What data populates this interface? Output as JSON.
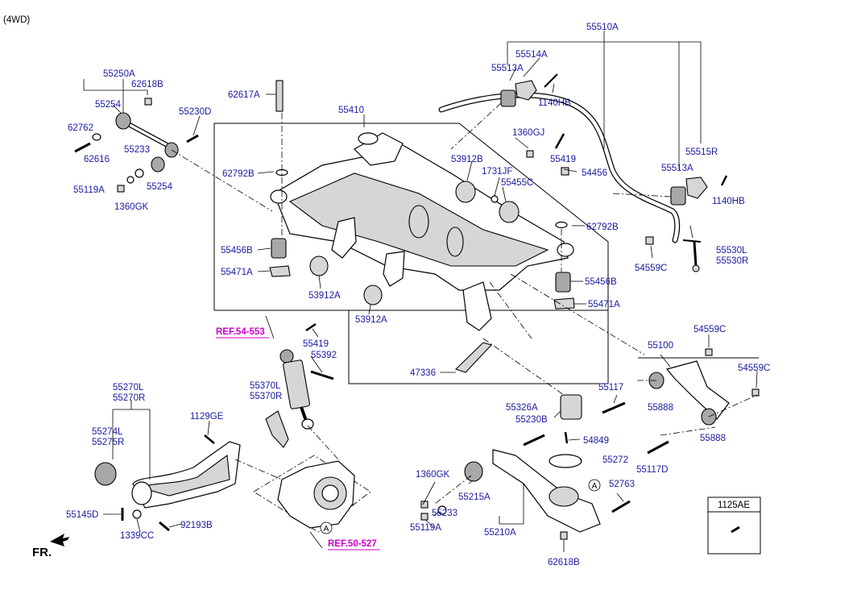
{
  "header": {
    "variant": "(4WD)",
    "front_marker": "FR."
  },
  "references": {
    "ref_shock": "REF.54-553",
    "ref_knuckle": "REF.50-527"
  },
  "circle_marks": {
    "a": "A"
  },
  "legend_box": {
    "code": "1125AE"
  },
  "labels": {
    "l55510A": "55510A",
    "l55514A": "55514A",
    "l55513A_top": "55513A",
    "l1140HB_top": "1140HB",
    "l55250A": "55250A",
    "l62618B_top": "62618B",
    "l55254_top": "55254",
    "l62762": "62762",
    "l62616": "62616",
    "l55233_top": "55233",
    "l55254_bot": "55254",
    "l55119A_top": "55119A",
    "l1360GK_top": "1360GK",
    "l55230D": "55230D",
    "l62617A": "62617A",
    "l55410": "55410",
    "l62792B_left": "62792B",
    "l55456B_left": "55456B",
    "l55471A_left": "55471A",
    "l53912A_left": "53912A",
    "l53912A_mid": "53912A",
    "l1360GJ": "1360GJ",
    "l53912B": "53912B",
    "l1731JF": "1731JF",
    "l55455C": "55455C",
    "l55419_top": "55419",
    "l54456": "54456",
    "l62792B_right": "62792B",
    "l55456B_right": "55456B",
    "l55471A_right": "55471A",
    "l55515R": "55515R",
    "l55513A_right": "55513A",
    "l1140HB_right": "1140HB",
    "l54559C_a": "54559C",
    "l55530L": "55530L",
    "l55530R": "55530R",
    "l54559C_b": "54559C",
    "l55100": "55100",
    "l54559C_c": "54559C",
    "l55117": "55117",
    "l55888_a": "55888",
    "l55888_b": "55888",
    "l55117D": "55117D",
    "l55419_mid": "55419",
    "l55392": "55392",
    "l47336": "47336",
    "l55370L": "55370L",
    "l55370R": "55370R",
    "l55270L": "55270L",
    "l55270R": "55270R",
    "l55274L": "55274L",
    "l55275R": "55275R",
    "l1129GE": "1129GE",
    "l55145D": "55145D",
    "l1339CC": "1339CC",
    "l92193B": "92193B",
    "l55326A": "55326A",
    "l55230B": "55230B",
    "l54849": "54849",
    "l55272": "55272",
    "l1360GK_bot": "1360GK",
    "l55215A": "55215A",
    "l55233_bot": "55233",
    "l55119A_bot": "55119A",
    "l55210A": "55210A",
    "l52763": "52763",
    "l62618B_bot": "62618B"
  }
}
